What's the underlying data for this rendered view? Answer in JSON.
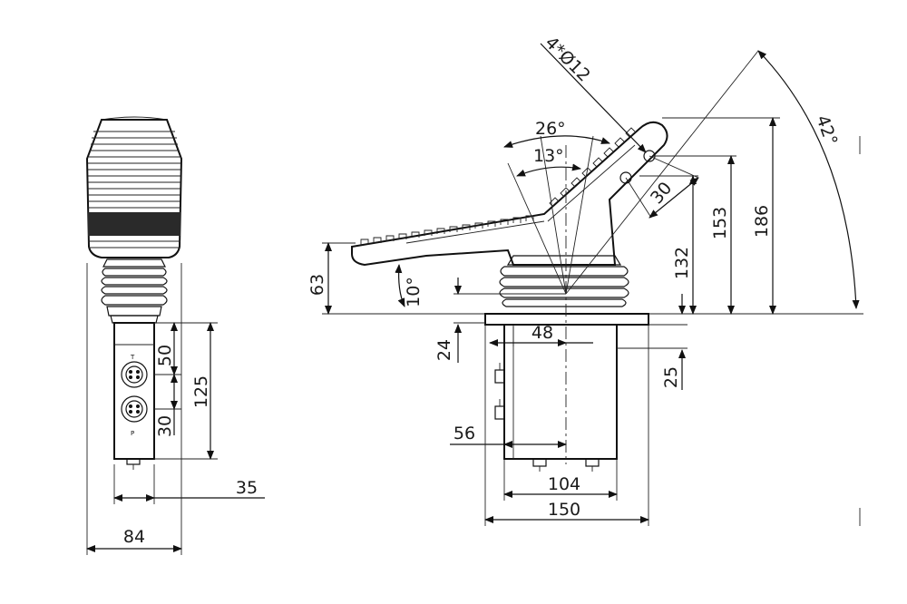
{
  "dimensions": {
    "front_view": {
      "d50": "50",
      "d125": "125",
      "d30": "30",
      "d35": "35",
      "d84": "84"
    },
    "side_view": {
      "d26deg": "26°",
      "d13deg": "13°",
      "d4x12": "4*Ø12",
      "d42deg": "42°",
      "d30": "30",
      "d153": "153",
      "d186": "186",
      "d132": "132",
      "d63": "63",
      "d10deg": "10°",
      "d24": "24",
      "d48": "48",
      "d25": "25",
      "d56": "56",
      "d104": "104",
      "d150": "150"
    }
  },
  "port_markings": {
    "top_port": "T",
    "bottom_port": "P"
  },
  "colors": {
    "line": "#111111",
    "background": "#ffffff",
    "dark_fill": "#2a2a2a"
  }
}
